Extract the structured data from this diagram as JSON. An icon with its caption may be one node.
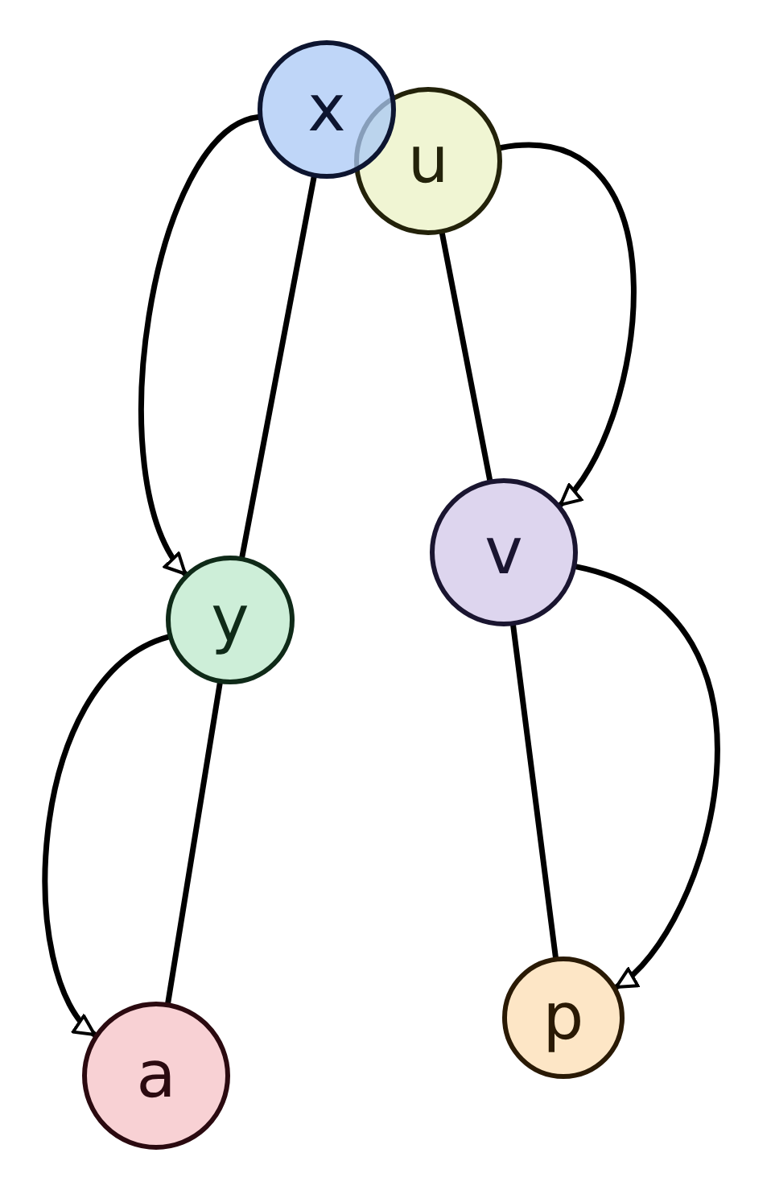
{
  "diagram": {
    "nodes": [
      {
        "text": [
          "x"
        ]
      },
      {
        "text": [
          "u"
        ]
      },
      {
        "text": [
          "y"
        ]
      },
      {
        "text": [
          "v"
        ]
      },
      {
        "text": [
          "a"
        ]
      },
      {
        "text": [
          "p"
        ]
      }
    ],
    "edges": [
      {
        "from": 0,
        "to": 2,
        "arrow": "none"
      },
      {
        "from": 0,
        "to": 2,
        "arrow": "to"
      },
      {
        "from": 1,
        "to": 3,
        "arrow": "none"
      },
      {
        "from": 1,
        "to": 3,
        "arrow": "to"
      },
      {
        "from": 2,
        "to": 4,
        "arrow": "none"
      },
      {
        "from": 2,
        "to": 4,
        "arrow": "to"
      },
      {
        "from": 3,
        "to": 5,
        "arrow": "none"
      },
      {
        "from": 3,
        "to": 5,
        "arrow": "to"
      }
    ]
  }
}
